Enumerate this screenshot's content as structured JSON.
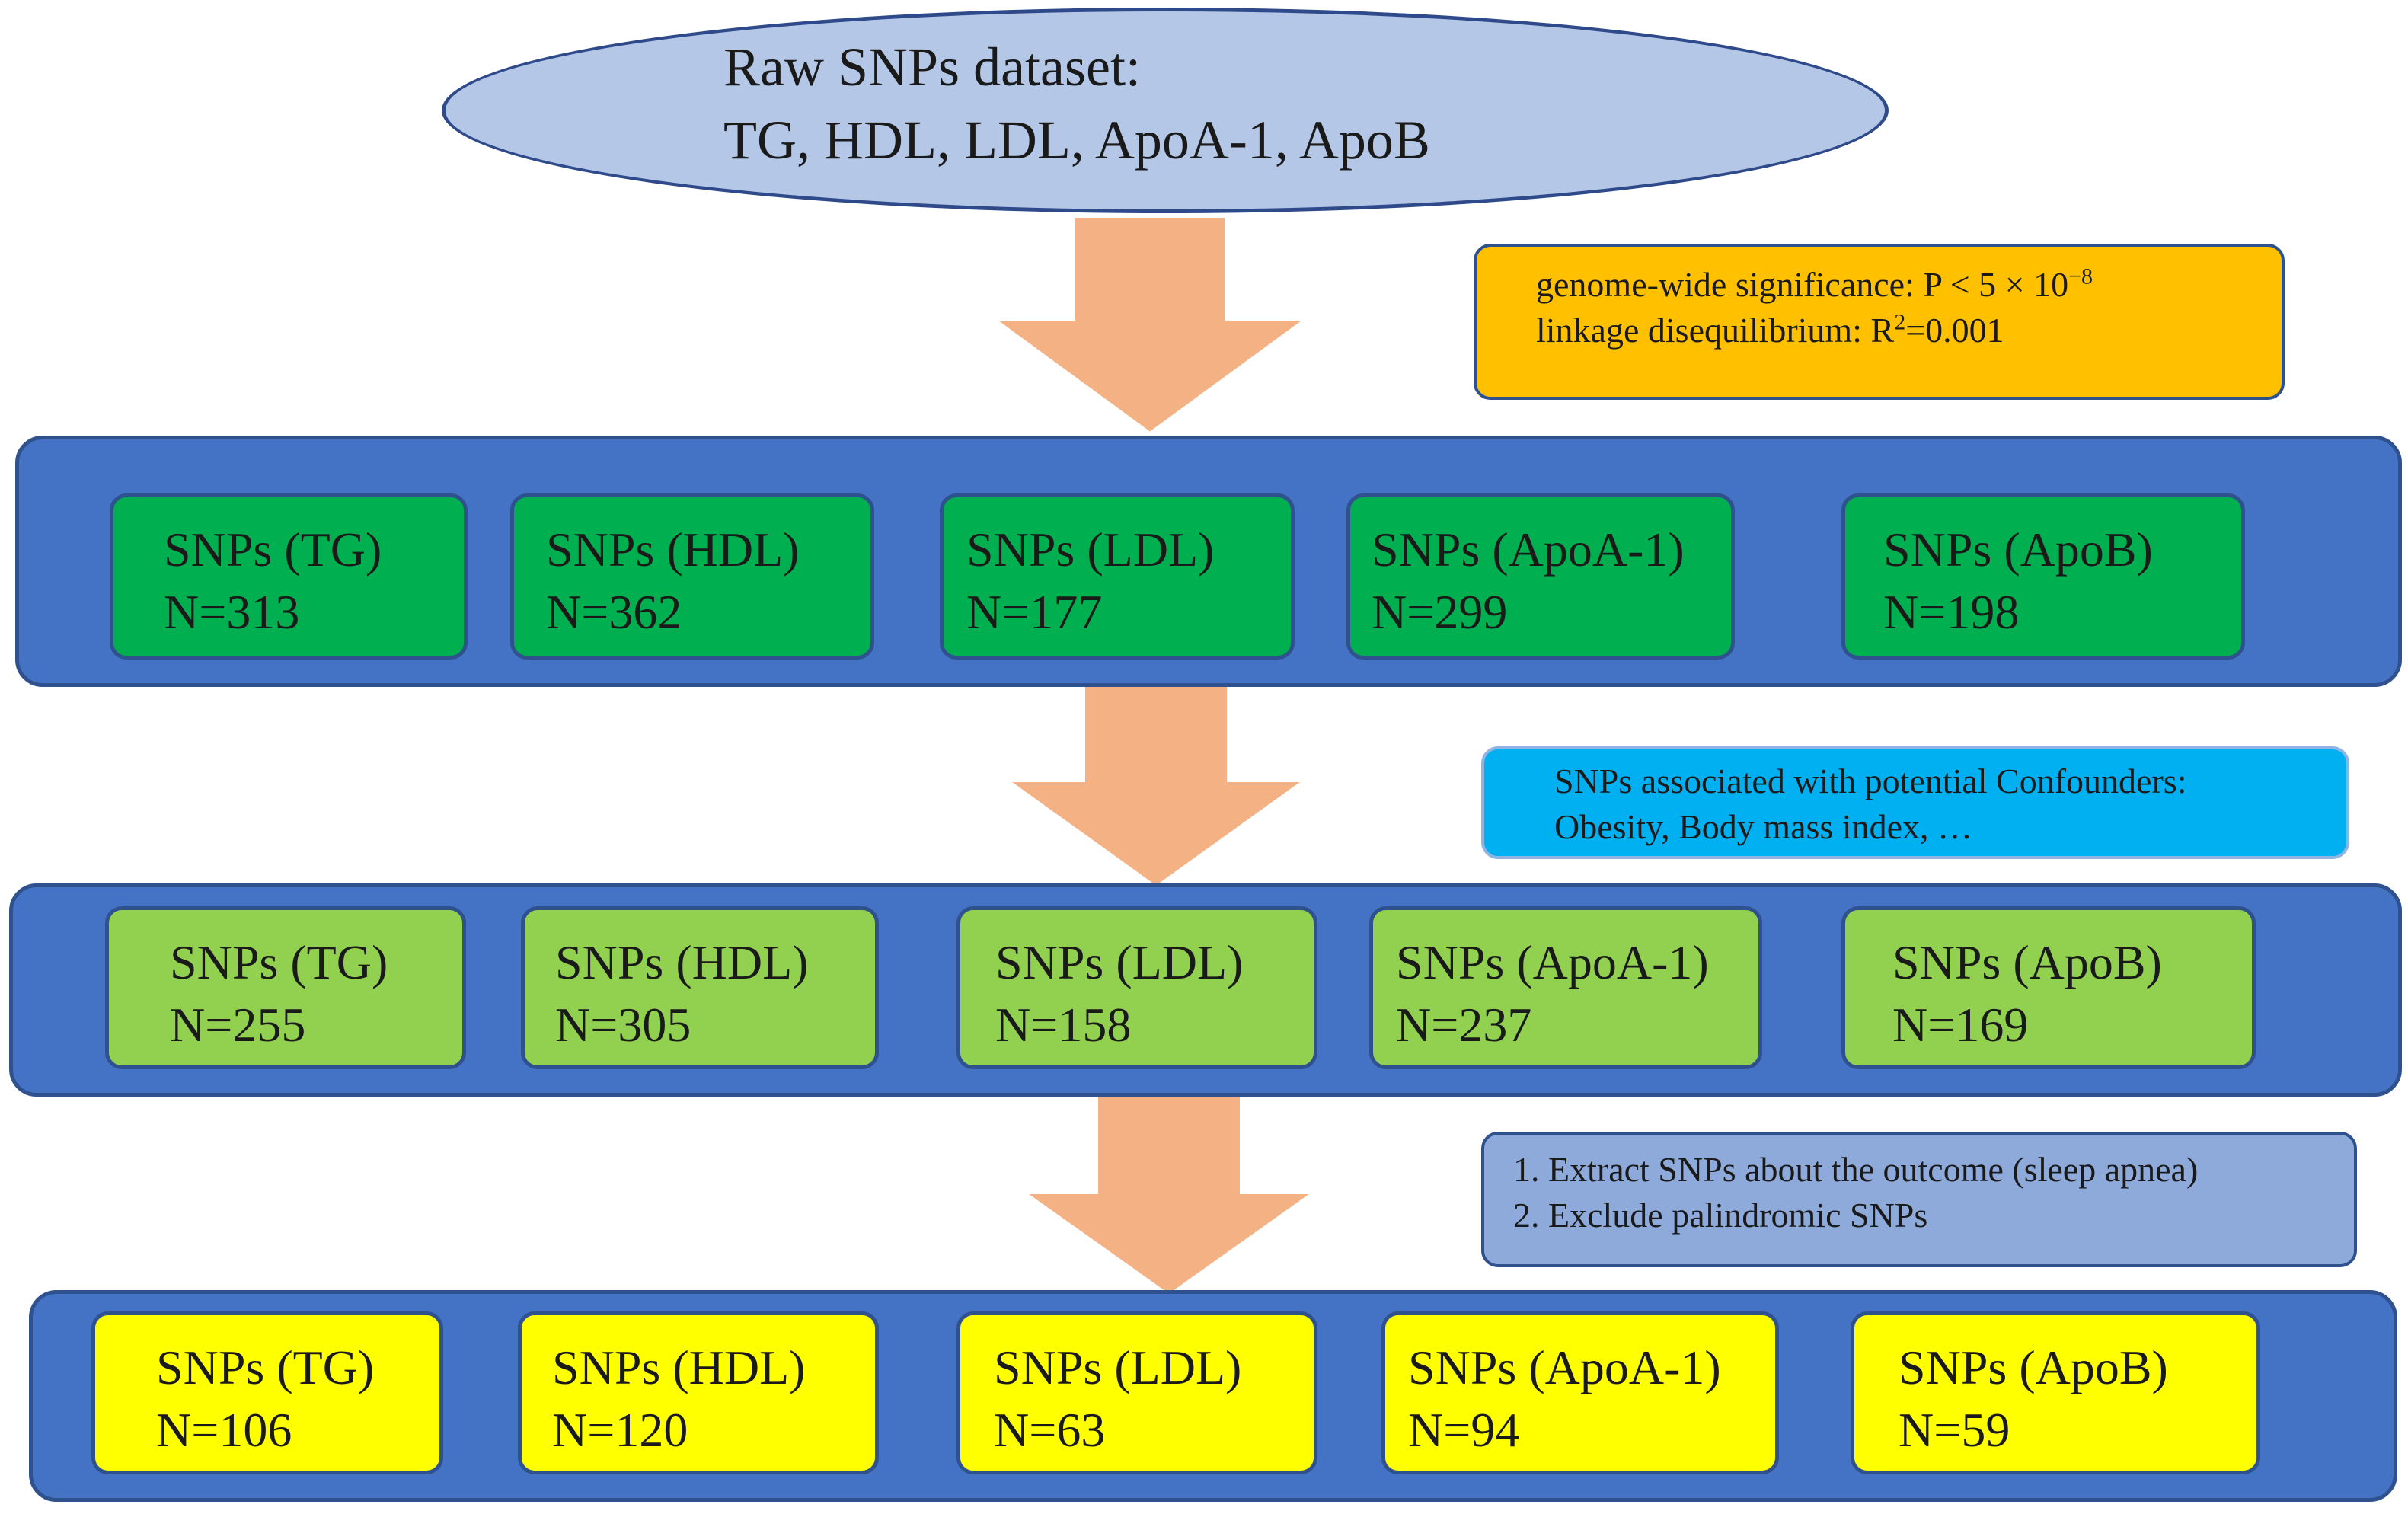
{
  "start": {
    "line1": "Raw SNPs dataset:",
    "line2": "TG, HDL, LDL, ApoA-1, ApoB"
  },
  "filters": {
    "f1": {
      "line1_prefix": "genome-wide significance: P < 5 × 10",
      "line1_sup": "−8",
      "line2_prefix": "linkage disequilibrium: R",
      "line2_sup": "2",
      "line2_suffix": "=0.001"
    },
    "f2": {
      "line1": "SNPs associated with potential Confounders:",
      "line2": "Obesity, Body mass index, …"
    },
    "f3": {
      "line1": "1. Extract SNPs about the outcome (sleep apnea)",
      "line2": "2. Exclude palindromic SNPs"
    }
  },
  "rows": [
    {
      "color": "#00b050",
      "items": [
        {
          "label": "SNPs (TG)",
          "n": "N=313"
        },
        {
          "label": "SNPs (HDL)",
          "n": "N=362"
        },
        {
          "label": "SNPs (LDL)",
          "n": "N=177"
        },
        {
          "label": "SNPs (ApoA-1)",
          "n": "N=299"
        },
        {
          "label": "SNPs (ApoB)",
          "n": "N=198"
        }
      ]
    },
    {
      "color": "#92d050",
      "items": [
        {
          "label": "SNPs (TG)",
          "n": "N=255"
        },
        {
          "label": "SNPs (HDL)",
          "n": "N=305"
        },
        {
          "label": "SNPs (LDL)",
          "n": "N=158"
        },
        {
          "label": "SNPs (ApoA-1)",
          "n": "N=237"
        },
        {
          "label": "SNPs (ApoB)",
          "n": "N=169"
        }
      ]
    },
    {
      "color": "#ffff00",
      "items": [
        {
          "label": "SNPs (TG)",
          "n": "N=106"
        },
        {
          "label": "SNPs (HDL)",
          "n": "N=120"
        },
        {
          "label": "SNPs (LDL)",
          "n": "N=63"
        },
        {
          "label": "SNPs (ApoA-1)",
          "n": "N=94"
        },
        {
          "label": "SNPs (ApoB)",
          "n": "N=59"
        }
      ]
    }
  ],
  "colors": {
    "ellipse": "#b4c7e7",
    "arrow": "#f4b183",
    "panel": "#4472c4",
    "note_orange": "#ffc000",
    "note_cyan": "#00b0f0",
    "note_gray": "#8eaadb"
  }
}
